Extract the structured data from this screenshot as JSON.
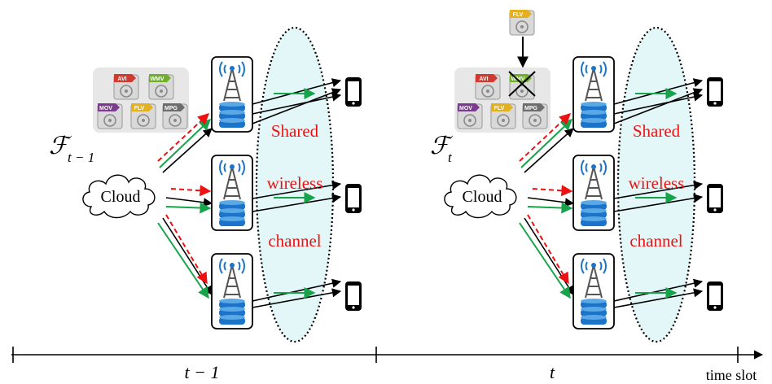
{
  "panels": [
    {
      "id": "left",
      "library_label": "ℱ",
      "library_subscript": "t − 1",
      "cloud_label": "Cloud",
      "channel_words": [
        "Shared",
        "wireless",
        "channel"
      ],
      "files": [
        "AVI",
        "WMV",
        "MOV",
        "FLV",
        "MPG"
      ],
      "replaced_file": null,
      "incoming_file": null,
      "time_label": "t − 1"
    },
    {
      "id": "right",
      "library_label": "ℱ",
      "library_subscript": "t",
      "cloud_label": "Cloud",
      "channel_words": [
        "Shared",
        "wireless",
        "channel"
      ],
      "files": [
        "AVI",
        "WMV",
        "MOV",
        "FLV",
        "MPG"
      ],
      "replaced_file": "WMV",
      "incoming_file": "FLV",
      "time_label": "t"
    }
  ],
  "timeline": {
    "axis_label": "time slot"
  },
  "colors": {
    "stroke": "#000000",
    "green_arrow": "#16a34a",
    "red_dashed_arrow": "#ee1111",
    "channel_fill": "#e3f6f8",
    "channel_text": "#ee1111",
    "tower_blue": "#1b74c9",
    "library_bg": "#e7e7e7",
    "file_tags": {
      "AVI": "#d23a2f",
      "WMV": "#6fb02a",
      "MOV": "#7b3c8e",
      "FLV": "#e3b020",
      "MPG": "#6d6d6d"
    }
  },
  "icons": [
    "cloud-icon",
    "base-station-icon",
    "antenna-tower-icon",
    "cache-storage-icon",
    "smartphone-icon",
    "video-file-icon"
  ]
}
